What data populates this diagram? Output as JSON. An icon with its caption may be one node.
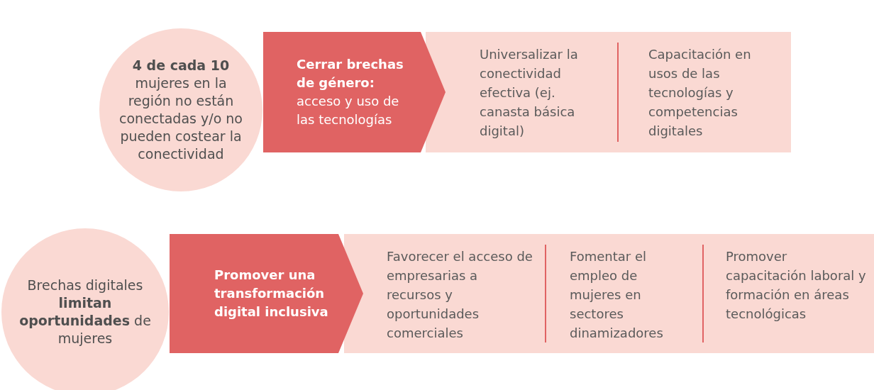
{
  "diagram": {
    "nodes": [
      {
        "text": [
          "**4 de cada 10** mujeres en la región no están conectadas y/o no pueden costear la conectividad"
        ]
      },
      {
        "text": [
          "**Cerrar brechas de género:** acceso y uso de las tecnologías"
        ]
      },
      {
        "text": [
          "Universalizar la conectividad efectiva (ej. canasta básica digital)",
          "Capacitación en usos de las tecnologías y competencias digitales"
        ]
      },
      {
        "text": [
          "Brechas digitales **limitan oportunidades** de mujeres"
        ]
      },
      {
        "text": [
          "Promover una transformación digital inclusiva"
        ]
      },
      {
        "text": [
          "Favorecer el acceso de empresarias a recursos y oportunidades comerciales",
          "Fomentar el empleo de mujeres en sectores dinamizadores",
          "Promover capacitación laboral y formación en áreas tecnológicas"
        ]
      }
    ]
  }
}
